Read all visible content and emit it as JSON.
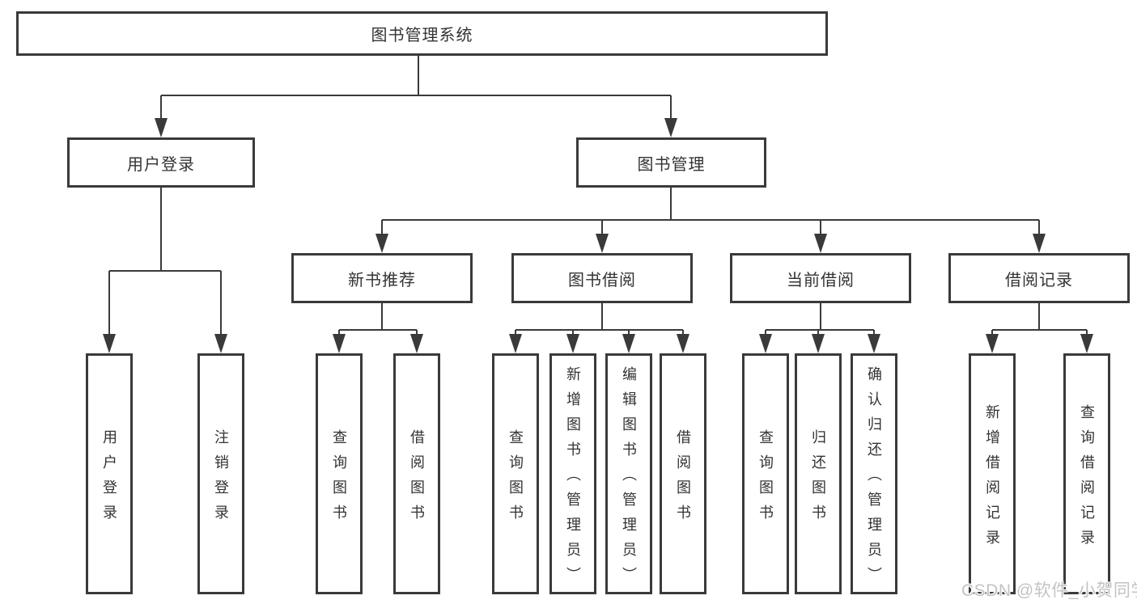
{
  "colors": {
    "line": "#3a3a3a",
    "text": "#333333",
    "box_fill": "#ffffff",
    "watermark": "#c3c3c3"
  },
  "tree": {
    "root": {
      "label": "图书管理系统"
    },
    "login": {
      "label": "用户登录",
      "children": [
        {
          "label": "用户登录"
        },
        {
          "label": "注销登录"
        }
      ]
    },
    "management": {
      "label": "图书管理",
      "groups": [
        {
          "label": "新书推荐",
          "children": [
            {
              "label": "查询图书"
            },
            {
              "label": "借阅图书"
            }
          ]
        },
        {
          "label": "图书借阅",
          "children": [
            {
              "label": "查询图书"
            },
            {
              "label": "新增图书（管理员）"
            },
            {
              "label": "编辑图书（管理员）"
            },
            {
              "label": "借阅图书"
            }
          ]
        },
        {
          "label": "当前借阅",
          "children": [
            {
              "label": "查询图书"
            },
            {
              "label": "归还图书"
            },
            {
              "label": "确认归还（管理员）"
            }
          ]
        },
        {
          "label": "借阅记录",
          "children": [
            {
              "label": "新增借阅记录"
            },
            {
              "label": "查询借阅记录"
            }
          ]
        }
      ]
    }
  },
  "watermark": {
    "text": "CSDN @软件_小贺同学"
  }
}
